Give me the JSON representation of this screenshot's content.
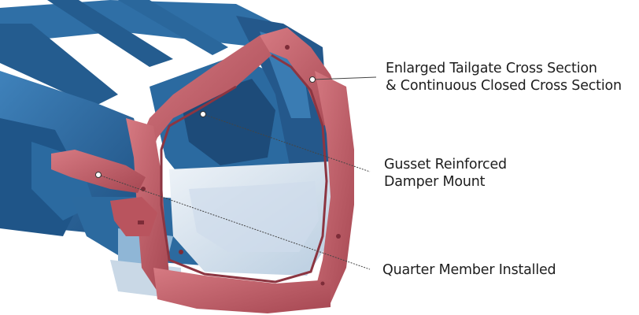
{
  "callouts": {
    "tailgate": {
      "line1": "Enlarged Tailgate Cross Section",
      "line2": "& Continuous Closed Cross Section"
    },
    "gusset": {
      "line1": "Gusset Reinforced",
      "line2": "Damper Mount"
    },
    "quarter": {
      "line1": "Quarter Member Installed"
    }
  },
  "colors": {
    "body_frame": "#2f6fa6",
    "body_frame_dark": "#1e4f80",
    "body_frame_light": "#6fa3cc",
    "reinforcement": "#c8606a",
    "reinforcement_dark": "#9b3f4a",
    "floor": "#dde7f0",
    "leader_line": "#4a4a4a"
  }
}
